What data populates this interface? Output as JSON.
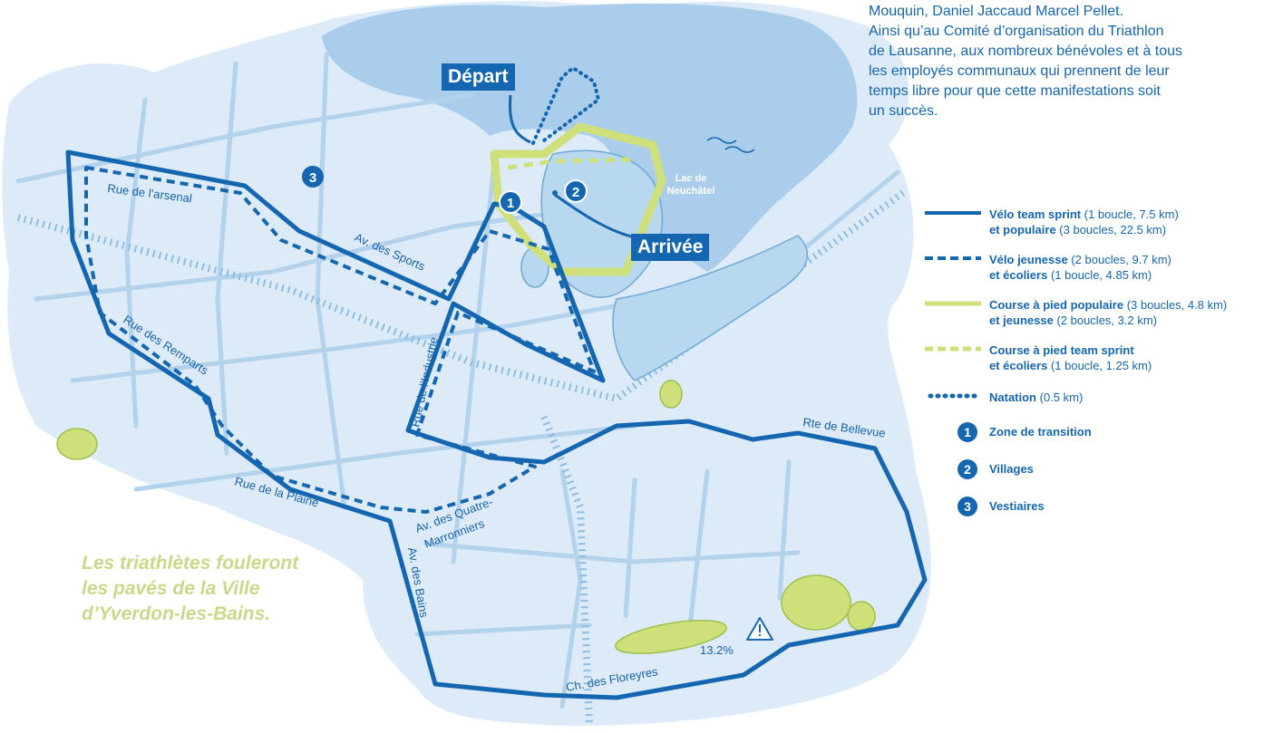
{
  "thanks_lines": [
    "Mouquin, Daniel Jaccaud  Marcel Pellet.",
    "Ainsi qu’au Comité d’organisation du Triathlon",
    "de Lausanne, aux nombreux bénévoles et à tous",
    "les employés communaux qui prennent de leur",
    "temps libre pour que cette manifestations soit",
    "un succès."
  ],
  "tagline_lines": [
    "Les triathlètes fouleront",
    "les pavés de la Ville",
    "d’Yverdon-les-Bains."
  ],
  "callouts": {
    "depart": "Départ",
    "arrivee": "Arrivée"
  },
  "lake_label": [
    "Lac de",
    "Neuchâtel"
  ],
  "streets": {
    "arsenal": "Rue de l’arsenal",
    "sports": "Av. des Sports",
    "industrie": "Rue de l’Industrie",
    "remparts": "Rue des Remparts",
    "plaine": "Rue de la Plaine",
    "quatre1": "Av. des Quatre-",
    "quatre2": "Marronniers",
    "bains": "Av. des Bains",
    "bellevue": "Rte de Bellevue",
    "floreyres": "Ch. des Floreyres"
  },
  "slope_label": "13.2%",
  "map_markers": {
    "m1": "1",
    "m2": "2",
    "m3": "3"
  },
  "legend": {
    "items": [
      {
        "bold": "Vélo team sprint",
        "rest": " (1 boucle, 7.5 km)",
        "bold2": "et populaire",
        "rest2": " (3 boucles, 22.5 km)",
        "style": "solid-blue"
      },
      {
        "bold": "Vélo jeunesse",
        "rest": " (2 boucles, 9.7 km)",
        "bold2": "et écoliers",
        "rest2": " (1 boucle, 4.85 km)",
        "style": "dashed-blue"
      },
      {
        "bold": "Course à pied populaire",
        "rest": " (3 boucles, 4.8 km)",
        "bold2": "et jeunesse",
        "rest2": " (2 boucles, 3.2 km)",
        "style": "solid-green"
      },
      {
        "bold": "Course à pied team sprint",
        "rest": "",
        "bold2": "et écoliers",
        "rest2": " (1 boucle, 1.25 km)",
        "style": "dashed-green"
      },
      {
        "bold": "Natation",
        "rest": " (0.5 km)",
        "bold2": "",
        "rest2": "",
        "style": "dotted-blue"
      }
    ],
    "badges": [
      {
        "num": "1",
        "label": "Zone de transition"
      },
      {
        "num": "2",
        "label": "Villages"
      },
      {
        "num": "3",
        "label": "Vestiaires"
      }
    ]
  },
  "colors": {
    "route_blue": "#1566b0",
    "land": "#dcebf7",
    "lake": "#a9cdea",
    "street": "#b3d2ec",
    "run_green": "#cfe07a"
  }
}
